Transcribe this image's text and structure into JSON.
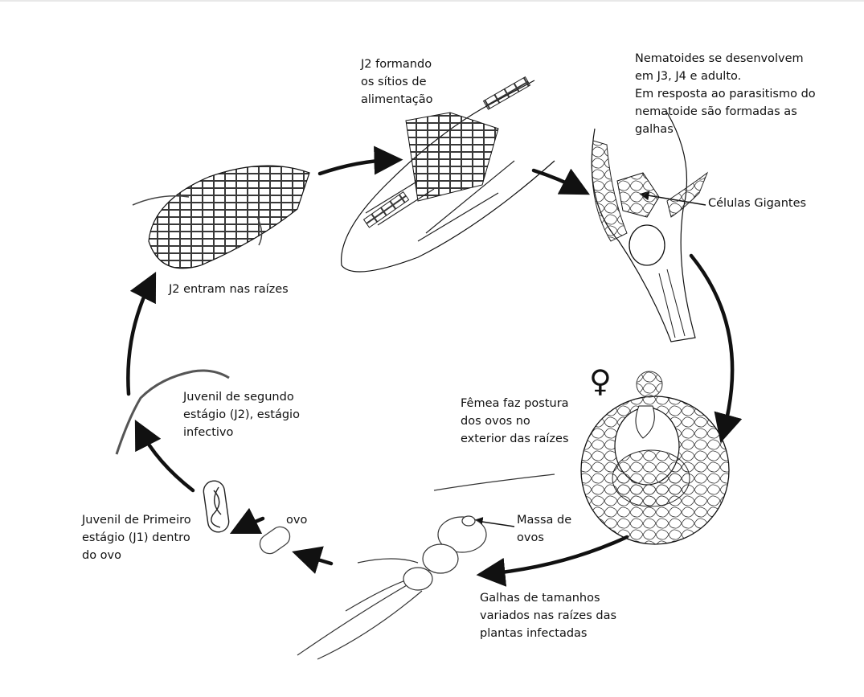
{
  "diagram": {
    "stages": {
      "j2_feeding": {
        "lines": [
          "J2 formando",
          "os sítios de",
          "alimentação"
        ]
      },
      "development": {
        "lines": [
          "Nematoides se desenvolvem",
          "em J3, J4 e adulto.",
          "Em resposta ao parasitismo do",
          "nematoide são formadas as",
          "galhas"
        ]
      },
      "giant_cells": {
        "lines": [
          "Células Gigantes"
        ]
      },
      "j2_enter": {
        "lines": [
          "J2 entram nas raízes"
        ]
      },
      "j2_infective": {
        "lines": [
          "Juvenil de segundo",
          "estágio (J2), estágio",
          "infectivo"
        ]
      },
      "female_laying": {
        "lines": [
          "Fêmea faz postura",
          "dos ovos no",
          "exterior das raízes"
        ]
      },
      "egg_mass": {
        "lines": [
          "Massa de",
          "ovos"
        ]
      },
      "egg": {
        "lines": [
          "ovo"
        ]
      },
      "j1": {
        "lines": [
          "Juvenil de Primeiro",
          "estágio (J1) dentro",
          "do ovo"
        ]
      },
      "galls": {
        "lines": [
          "Galhas de tamanhos",
          "variados nas raízes das",
          "plantas infectadas"
        ]
      }
    },
    "female_symbol": "♀",
    "colors": {
      "ink": "#111111",
      "background": "#ffffff"
    }
  }
}
